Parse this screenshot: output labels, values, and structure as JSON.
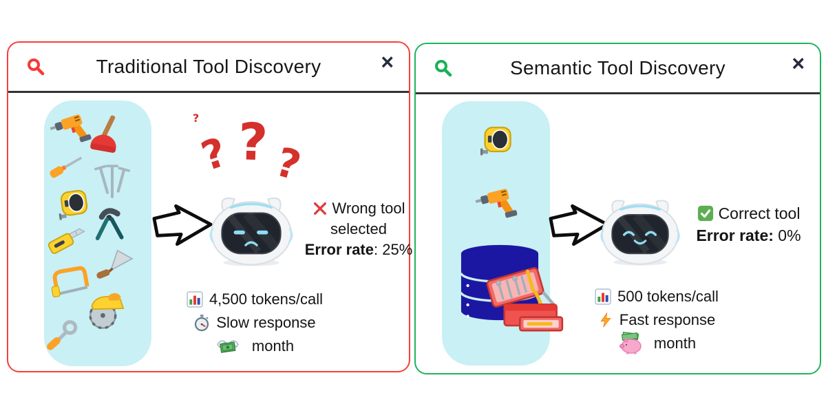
{
  "panels": [
    {
      "title": "Traditional Tool Discovery",
      "close_label": "×",
      "accent_color": "#f4403b",
      "search_icon": "magnifier-icon",
      "arrow_icon": "hand-drawn-arrow",
      "robot_icon": "robot-confused",
      "tool_icons": [
        "drill",
        "plunger",
        "screwdriver",
        "nails",
        "tape-measure",
        "pincers",
        "utility-knife",
        "trowel",
        "hacksaw",
        "circular-saw",
        "ring-wrench"
      ],
      "question_marks": [
        "?",
        "?",
        "?"
      ],
      "result": {
        "status_icon": "red-cross-icon",
        "line1": "Wrong tool",
        "line2": "selected",
        "error_label": "Error rate",
        "error_value": ": 25%"
      },
      "stats": [
        {
          "icon": "bar-chart-icon",
          "text": "4,500 tokens/call"
        },
        {
          "icon": "stopwatch-icon",
          "text": "Slow response"
        },
        {
          "icon": "money-with-wings-icon",
          "text": "month"
        }
      ]
    },
    {
      "title": "Semantic Tool Discovery",
      "close_label": "×",
      "accent_color": "#1db45e",
      "search_icon": "magnifier-icon",
      "arrow_icon": "hand-drawn-arrow",
      "robot_icon": "robot-happy",
      "tool_icons": [
        "tape-measure",
        "drill",
        "database",
        "toolbox"
      ],
      "result": {
        "status_icon": "green-check-icon",
        "line1": "Correct tool",
        "error_label": "Error rate:",
        "error_value": " 0%"
      },
      "stats": [
        {
          "icon": "bar-chart-icon",
          "text": "500 tokens/call"
        },
        {
          "icon": "lightning-icon",
          "text": "Fast response"
        },
        {
          "icon": "piggy-bank-icon",
          "text": "month"
        }
      ]
    }
  ]
}
